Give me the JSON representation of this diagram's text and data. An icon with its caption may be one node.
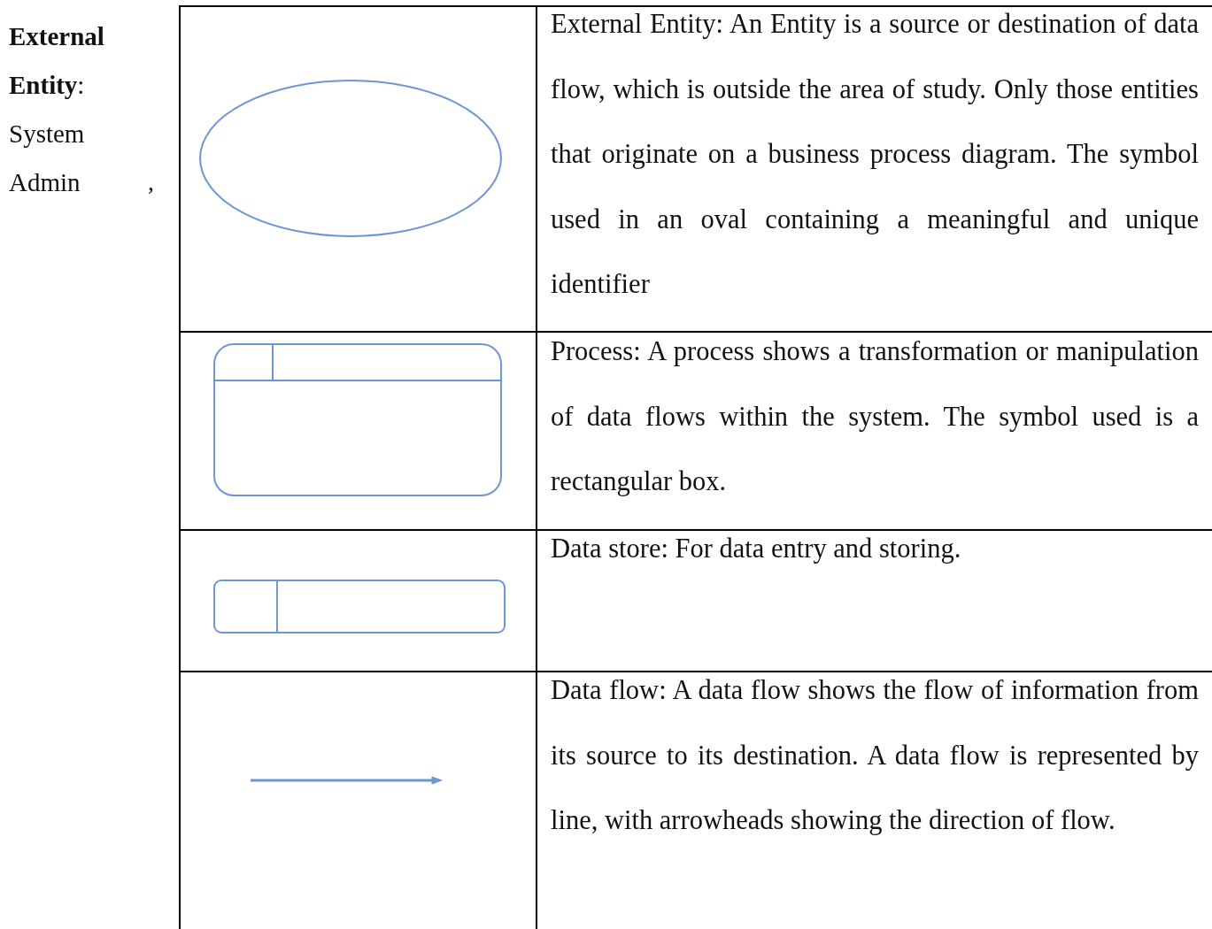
{
  "diagram": {
    "nodes": [
      {
        "text": [],
        "shape": "oval"
      },
      {
        "text": [],
        "shape": "box"
      },
      {
        "text": [],
        "shape": "box"
      }
    ],
    "labels": [
      "**External Entity**: System Admin",
      ",",
      "External Entity: An Entity is a source or destination of data flow, which is outside the area of study. Only those entities that originate on a business process diagram. The symbol used in an oval containing a meaningful and unique identifier",
      "Process: A process shows a transformation or manipulation of data flows within the system. The symbol used is a rectangular box.",
      "Data store: For data entry and storing.",
      "Data flow: A data flow shows the flow of information from its source to its destination. A data flow is represented by line, with arrowheads showing the direction of flow."
    ]
  }
}
